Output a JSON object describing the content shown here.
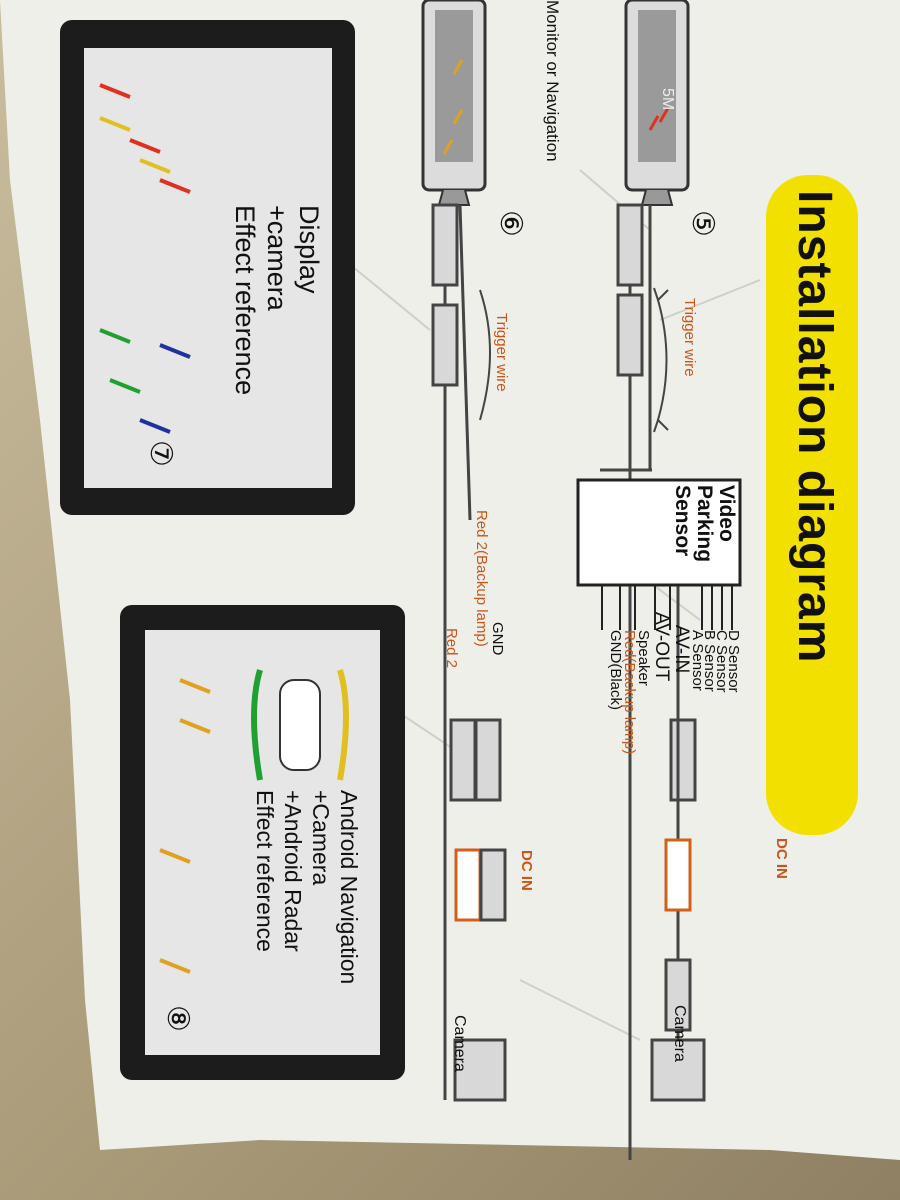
{
  "title": "Installation diagram",
  "monitor_label": "Monitor or Navigation",
  "monitor_screen_text": "5M",
  "step_numbers": [
    "⑤",
    "⑥",
    "⑦",
    "⑧"
  ],
  "trigger_wire_label": "Trigger wire",
  "sensor_box": {
    "line1": "Video",
    "line2": "Parking",
    "line3": "Sensor"
  },
  "sensor_pins": [
    "D Sensor",
    "C Sensor",
    "B Sensor",
    "A Sensor",
    "AV-IN",
    "AV-OUT",
    "Speaker",
    "Red(Backup lamp)",
    "GND(Black)"
  ],
  "dc_in_label": "DC IN",
  "camera_label": "Camera",
  "gnd_label": "GND",
  "red2_backup_label": "Red 2(Backup lamp)",
  "red2_label": "Red 2",
  "panel7_caption": [
    "Display",
    "+camera",
    "Effect reference"
  ],
  "panel8_caption": [
    "Android Navigation",
    "+Camera",
    "+Android Radar",
    "Effect reference"
  ],
  "colors": {
    "title_bg": "#f2e000",
    "wire_label": "#c8561a",
    "panel_frame": "#1c1c1c",
    "paper": "#f2f2ee"
  }
}
